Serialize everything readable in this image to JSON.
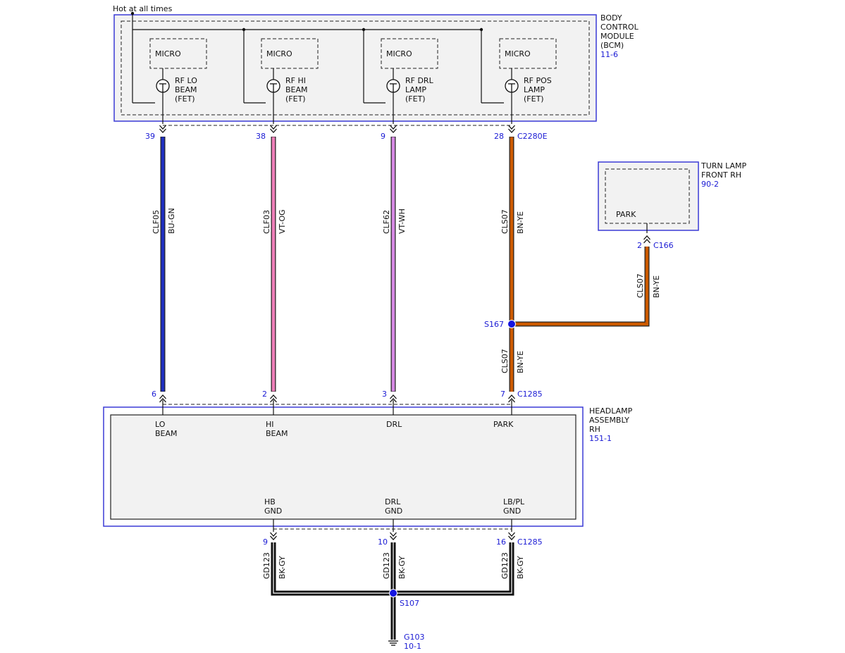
{
  "colors": {
    "module_border": "#3b3bd6",
    "module_fill": "#f2f2f2",
    "ref_text": "#1a1ad4",
    "splice_dot": "#1515e0",
    "wire_bu_gn": "#1f2fbf",
    "wire_vt_og": "#ee7fb8",
    "wire_vt_wh": "#d68ae4",
    "wire_bn_ye": "#cc5a00",
    "wire_bk_gy": "#111111"
  },
  "supply_label": "Hot at all times",
  "bcm": {
    "title_lines": [
      "BODY",
      "CONTROL",
      "MODULE",
      "(BCM)"
    ],
    "ref": "11-6",
    "micro_label": "MICRO",
    "drivers": [
      {
        "lines": [
          "RF LO",
          "BEAM",
          "(FET)"
        ],
        "pin": "39",
        "circuit": "CLF05",
        "color_code": "BU-GN",
        "wire": "wire_bu_gn"
      },
      {
        "lines": [
          "RF HI",
          "BEAM",
          "(FET)"
        ],
        "pin": "38",
        "circuit": "CLF03",
        "color_code": "VT-OG",
        "wire": "wire_vt_og"
      },
      {
        "lines": [
          "RF DRL",
          "LAMP",
          "(FET)"
        ],
        "pin": "9",
        "circuit": "CLF62",
        "color_code": "VT-WH",
        "wire": "wire_vt_wh"
      },
      {
        "lines": [
          "RF POS",
          "LAMP",
          "(FET)"
        ],
        "pin": "28",
        "circuit": "CLS07",
        "color_code": "BN-YE",
        "wire": "wire_bn_ye"
      }
    ],
    "connector": "C2280E"
  },
  "turn_lamp": {
    "title_lines": [
      "TURN LAMP",
      "FRONT RH"
    ],
    "ref": "90-2",
    "inner_label": "PARK",
    "pin": "2",
    "connector": "C166",
    "circuit": "CLS07",
    "color_code": "BN-YE"
  },
  "splice_s167": {
    "label": "S167",
    "circuit": "CLS07",
    "color_code": "BN-YE"
  },
  "headlamp": {
    "title_lines": [
      "HEADLAMP",
      "ASSEMBLY",
      "RH"
    ],
    "ref": "151-1",
    "connector": "C1285",
    "inputs": [
      {
        "pin": "6",
        "lines": [
          "LO",
          "BEAM"
        ]
      },
      {
        "pin": "2",
        "lines": [
          "HI",
          "BEAM"
        ]
      },
      {
        "pin": "3",
        "lines": [
          "DRL"
        ]
      },
      {
        "pin": "7",
        "lines": [
          "PARK"
        ]
      }
    ],
    "grounds": [
      {
        "pin": "9",
        "lines": [
          "HB",
          "GND"
        ],
        "circuit": "GD123",
        "color_code": "BK-GY"
      },
      {
        "pin": "10",
        "lines": [
          "DRL",
          "GND"
        ],
        "circuit": "GD123",
        "color_code": "BK-GY"
      },
      {
        "pin": "16",
        "lines": [
          "LB/PL",
          "GND"
        ],
        "circuit": "GD123",
        "color_code": "BK-GY"
      }
    ]
  },
  "splice_s107": {
    "label": "S107"
  },
  "ground_g103": {
    "label": "G103",
    "ref": "10-1"
  }
}
